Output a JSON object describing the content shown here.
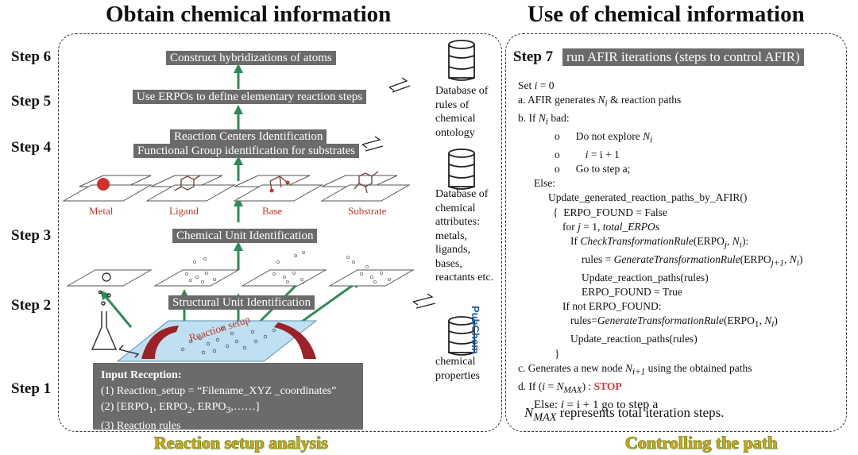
{
  "titles": {
    "left": "Obtain chemical information",
    "right": "Use of chemical information"
  },
  "steps": [
    "Step 6",
    "Step 5",
    "Step 4",
    "Step 3",
    "Step 2",
    "Step 1",
    "Step 7"
  ],
  "boxes": {
    "hybrid": "Construct hybridizations of atoms",
    "erpo": "Use ERPOs to define elementary reaction steps",
    "rc": "Reaction Centers Identification",
    "fg": "Functional Group identification for substrates",
    "cu": "Chemical Unit Identification",
    "su": "Structural Unit Identification",
    "afir": "run AFIR iterations (steps to control AFIR)"
  },
  "planes": [
    "Metal",
    "Ligand",
    "Base",
    "Substrate"
  ],
  "reaction_setup": "Reaction setup",
  "databases": {
    "db1": [
      "Database of",
      "rules of",
      "chemical",
      "ontology"
    ],
    "db2": [
      "Database of",
      "chemical",
      "attributes:",
      "metals,",
      "ligands,",
      "bases,",
      "reactants etc."
    ],
    "db3": [
      "chemical",
      "properties"
    ],
    "pubchem": "PubChem"
  },
  "input": {
    "title": "Input Reception:",
    "l1": "(1) Reaction_setup = “Filename_XYZ _coordinates”",
    "l2a": "(2) [ERPO",
    "l2b": ", ERPO",
    "l2c": ", ERPO",
    "l2d": ",……]",
    "s1": "1",
    "s2": "2",
    "s3": "3",
    "l3": "(3) Reaction rules"
  },
  "bottom": {
    "left": "Reaction setup analysis",
    "right": "Controlling the path"
  },
  "algo": {
    "set": "Set ",
    "i": "i",
    "eq0": " = 0",
    "a_pre": "a.   AFIR generates ",
    "N": "N",
    "sub_i": "i",
    "a_post": " & reaction paths",
    "b_pre": "b.   If ",
    "b_post": " bad:",
    "bullet": "o",
    "dne": "Do not explore ",
    "inc": " = i + 1",
    "goto": "Go to step a;",
    "else": "Else:",
    "update": "Update_generated_reaction_paths_by_AFIR()",
    "brace_open": "{",
    "found_false": "ERPO_FOUND = False",
    "for_pre": "for ",
    "j": "j",
    "for_mid": " = 1, ",
    "total": "total_ERPOs",
    "if_pre": "If ",
    "check": "CheckTransformationRule",
    "erpo_open": "(ERPO",
    "comma": ", ",
    "close_colon": "):",
    "rules_eq": "rules = ",
    "gen": "GenerateTransformationRule",
    "jp1": "j+1",
    "close": ")",
    "update_paths": "Update_reaction_paths(rules)",
    "found_true": "ERPO_FOUND = True",
    "ifnot": "If not ERPO_FOUND:",
    "rules_eq2": "rules=",
    "one": "1",
    "brace_close": "}",
    "c_pre": "c. Generates a new node ",
    "ip1": "i+1",
    "c_post": " using the obtained paths",
    "d_pre": "d. If  (",
    "d_eq": " = ",
    "max": "MAX",
    "d_post": ") : ",
    "stop": "STOP",
    "else2_pre": "Else: ",
    "else2_post": " = i + 1 go to ",
    "stepa": "step a",
    "nmax_post": " represents total iteration steps."
  }
}
